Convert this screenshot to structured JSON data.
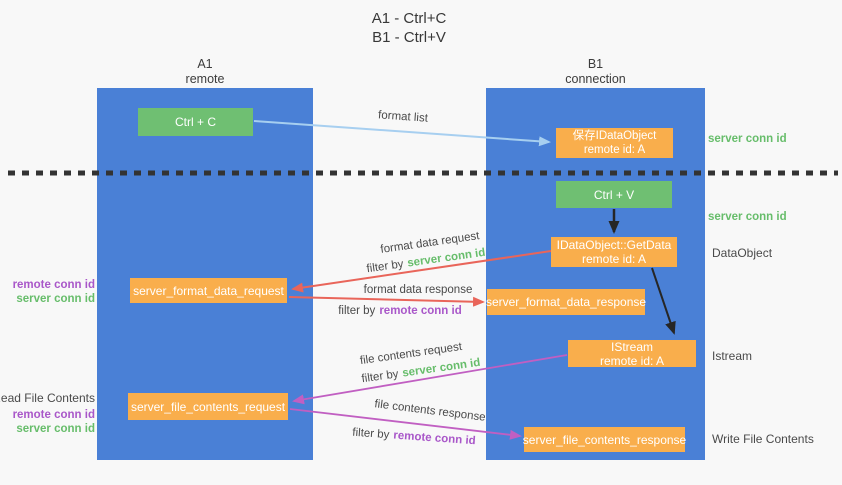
{
  "title": {
    "line1": "A1 - Ctrl+C",
    "line2": "B1 - Ctrl+V"
  },
  "lanes": {
    "a1": {
      "name": "A1",
      "subtitle": "remote"
    },
    "b1": {
      "name": "B1",
      "subtitle": "connection"
    }
  },
  "nodes": {
    "ctrl_c": {
      "label": "Ctrl + C"
    },
    "ctrl_v": {
      "label": "Ctrl + V"
    },
    "save_idataobject": {
      "line1": "保存IDataObject",
      "line2": "remote id: A"
    },
    "getdata": {
      "line1": "IDataObject::GetData",
      "line2": "remote id: A"
    },
    "istream": {
      "line1": "IStream",
      "line2": "remote id: A"
    },
    "server_format_data_request": {
      "label": "server_format_data_request"
    },
    "server_format_data_response": {
      "label": "server_format_data_response"
    },
    "server_file_contents_request": {
      "label": "server_file_contents_request"
    },
    "server_file_contents_response": {
      "label": "server_file_contents_response"
    }
  },
  "arrow_labels": {
    "format_list": "format list",
    "format_data_request": "format data request",
    "format_data_response": "format data response",
    "file_contents_request": "file contents request",
    "file_contents_response": "file contents response",
    "filter_by": "filter by",
    "server_conn_id": "server conn id",
    "remote_conn_id": "remote conn id"
  },
  "side_labels": {
    "server_conn_id": "server conn id",
    "remote_conn_id": "remote conn id",
    "dataobject": "DataObject",
    "istream": "Istream",
    "read_file_contents": "Read File Contents",
    "write_file_contents": "Write File Contents"
  },
  "colors": {
    "lane_blue": "#4a80d6",
    "box_green": "#6fbf72",
    "box_orange": "#f9ae4c",
    "arrow_lightblue": "#a7cff0",
    "arrow_red": "#e9655a",
    "arrow_magenta": "#c15fc2",
    "arrow_black": "#262626",
    "text_green": "#67bd6b",
    "text_purple": "#a957c9",
    "background": "#f8f8f8"
  }
}
